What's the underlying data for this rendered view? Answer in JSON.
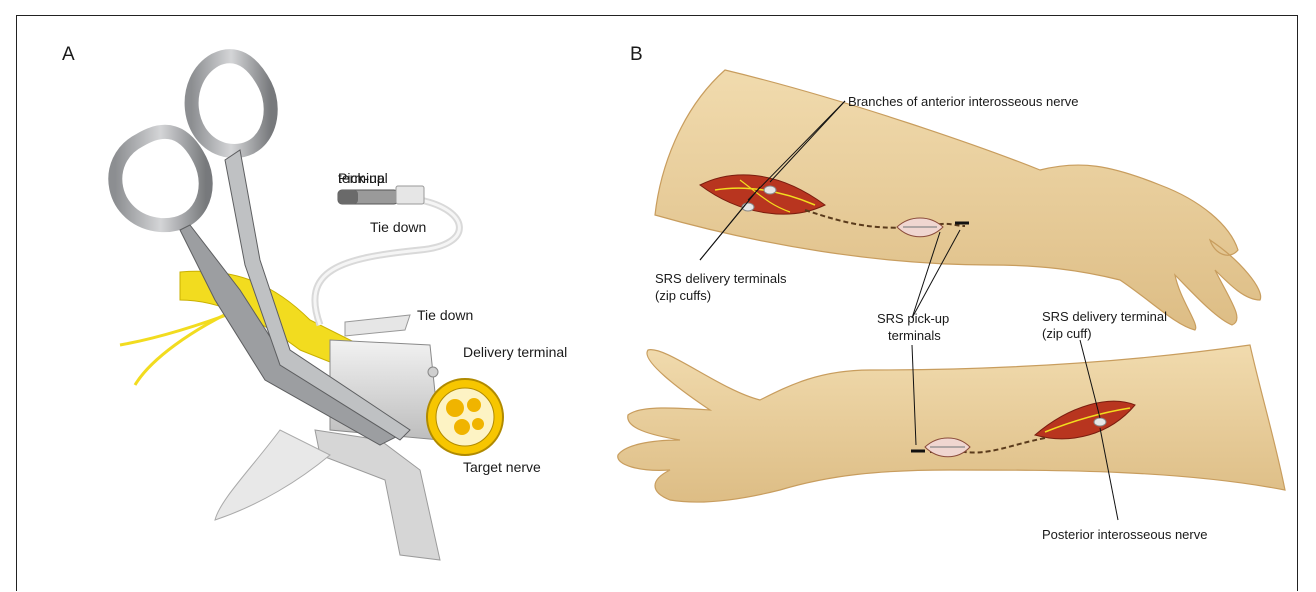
{
  "panel_a": {
    "letter": "A",
    "labels": {
      "pickup_line1": "Pick-up",
      "pickup_line2": "terminal",
      "tie_down_1": "Tie down",
      "tie_down_2": "Tie down",
      "delivery_terminal": "Delivery terminal",
      "target_nerve": "Target nerve"
    }
  },
  "panel_b": {
    "letter": "B",
    "labels": {
      "branches_ain": "Branches of anterior interosseous nerve",
      "srs_delivery_line1": "SRS delivery terminals",
      "srs_delivery_line2": "(zip cuffs)",
      "srs_pickup_line1": "SRS pick-up",
      "srs_pickup_line2": "terminals",
      "srs_delivery_single_line1": "SRS delivery terminal",
      "srs_delivery_single_line2": "(zip cuff)",
      "posterior_in": "Posterior interosseous nerve"
    }
  },
  "colors": {
    "skin": "#eccf9c",
    "skin_shadow": "#d9b57a",
    "incision": "#b8351f",
    "nerve": "#f2dc1f",
    "steel": "#a7a9ac",
    "steel_dark": "#6d6e71",
    "plastic": "#e0e0e0"
  }
}
